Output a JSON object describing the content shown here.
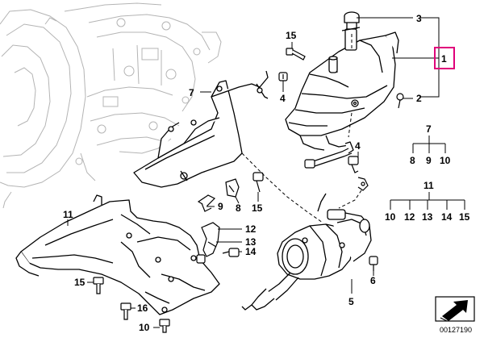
{
  "diagram": {
    "diagram_id": "00127190",
    "highlight_color": "#e0007a",
    "callouts": {
      "c1": "1",
      "c2": "2",
      "c3": "3",
      "c4a": "4",
      "c4b": "4",
      "c5": "5",
      "c6": "6",
      "c7a": "7",
      "c7b": "7",
      "c8a": "8",
      "c8b": "8",
      "c9a": "9",
      "c9b": "9",
      "c10a": "10",
      "c10b": "10",
      "c10c": "10",
      "c11a": "11",
      "c11b": "11",
      "c12a": "12",
      "c12b": "12",
      "c13a": "13",
      "c13b": "13",
      "c14a": "14",
      "c14b": "14",
      "c15a": "15",
      "c15b": "15",
      "c15c": "15",
      "c15d": "15",
      "c16": "16"
    },
    "legend_groups": [
      {
        "parent": "7",
        "children": [
          "8",
          "9",
          "10"
        ]
      },
      {
        "parent": "11",
        "children": [
          "10",
          "12",
          "13",
          "14",
          "15"
        ]
      }
    ]
  }
}
